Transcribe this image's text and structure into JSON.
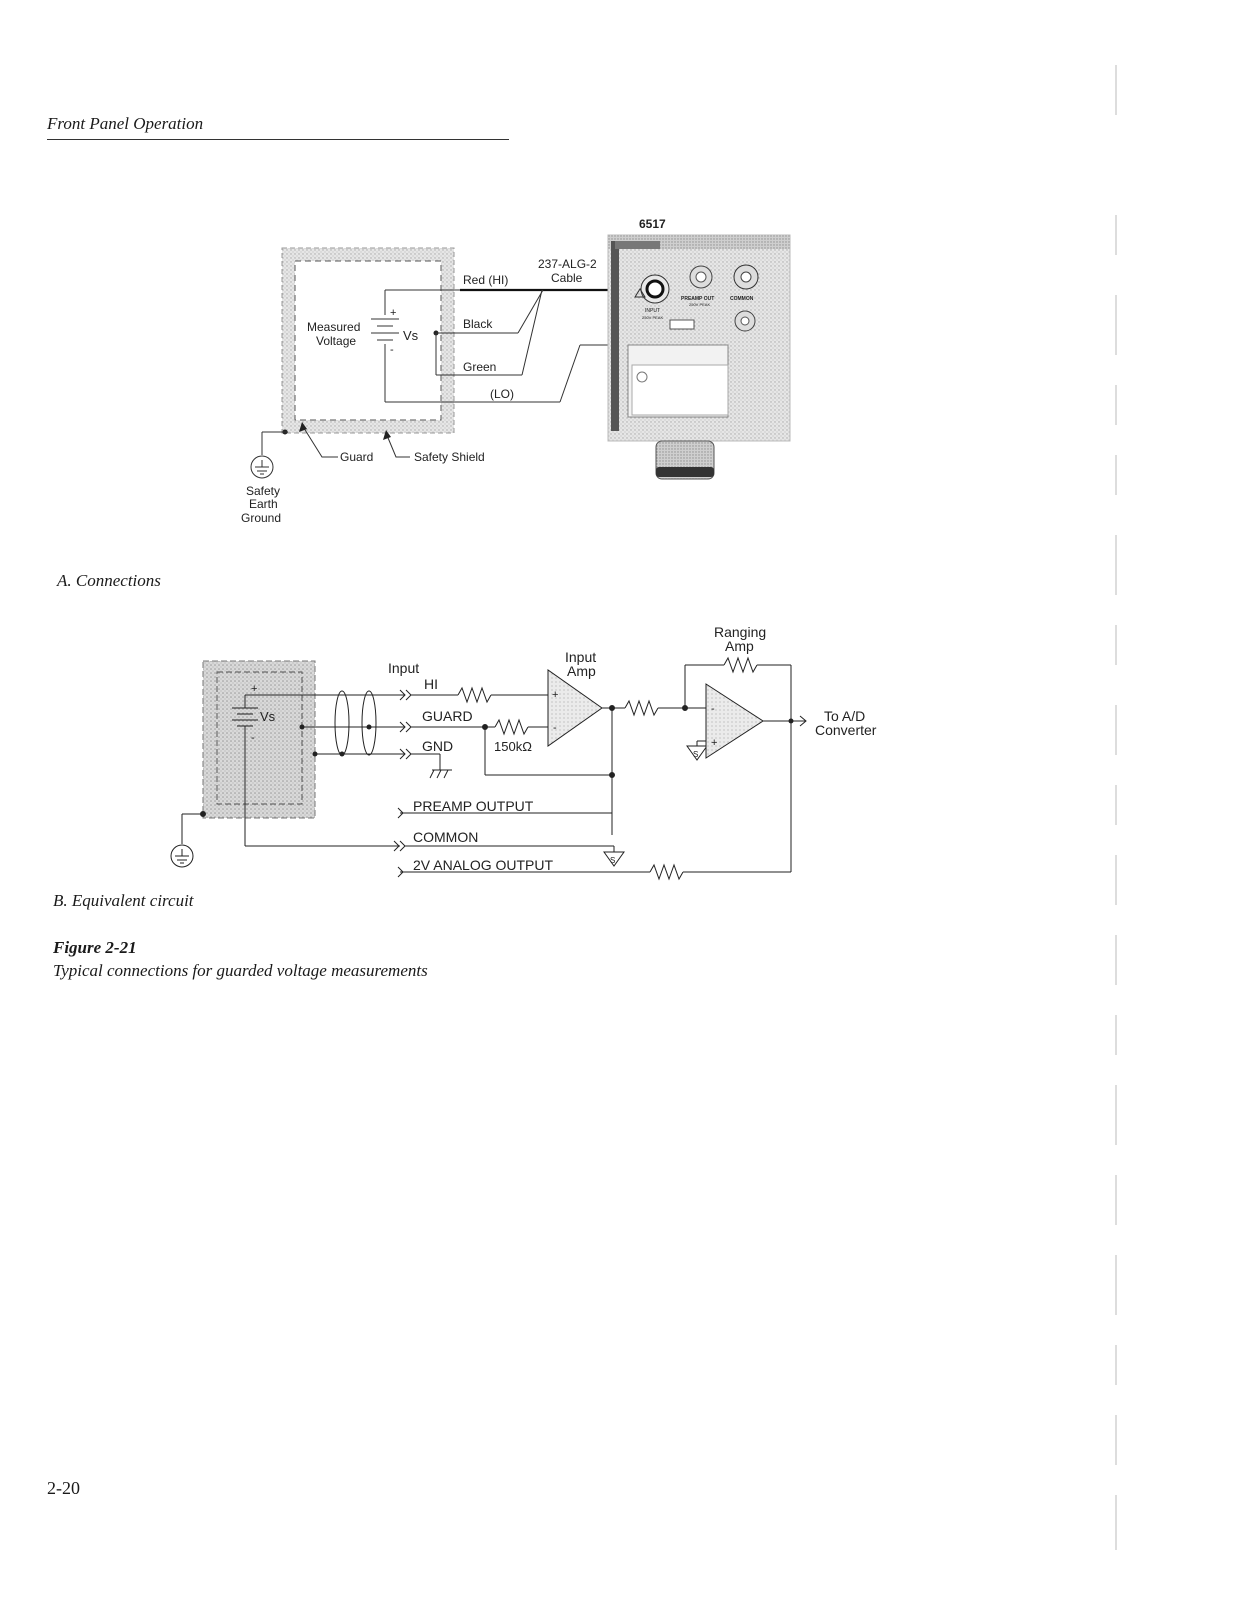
{
  "header": {
    "title": "Front Panel Operation"
  },
  "figure_a": {
    "model": "6517",
    "cable": [
      "237-ALG-2",
      "Cable"
    ],
    "source": [
      "Measured",
      "Voltage"
    ],
    "vs": "Vs",
    "plus": "+",
    "minus": "-",
    "wires": {
      "red": "Red (HI)",
      "black": "Black",
      "green": "Green",
      "lo": "(LO)"
    },
    "guard": "Guard",
    "safety_shield": "Safety Shield",
    "earth_ground": [
      "Safety",
      "Earth",
      "Ground"
    ],
    "panel": {
      "input": "INPUT",
      "input_rating": "250V PEAK",
      "preamp": "PREAMP OUT",
      "preamp_rating": "250V PEAK",
      "common": "COMMON"
    },
    "caption": "A. Connections"
  },
  "figure_b": {
    "input": "Input",
    "hi": "HI",
    "guard": "GUARD",
    "gnd": "GND",
    "resistor": "150kΩ",
    "input_amp": [
      "Input",
      "Amp"
    ],
    "ranging_amp": [
      "Ranging",
      "Amp"
    ],
    "to_ad": [
      "To A/D",
      "Converter"
    ],
    "preamp_output": "PREAMP OUTPUT",
    "common": "COMMON",
    "analog_output": "2V ANALOG OUTPUT",
    "vs": "Vs",
    "plus": "+",
    "minus": "-",
    "s": "S",
    "caption": "B. Equivalent circuit"
  },
  "figure": {
    "number": "Figure 2-21",
    "title": "Typical connections for guarded voltage measurements"
  },
  "page_number": "2-20"
}
